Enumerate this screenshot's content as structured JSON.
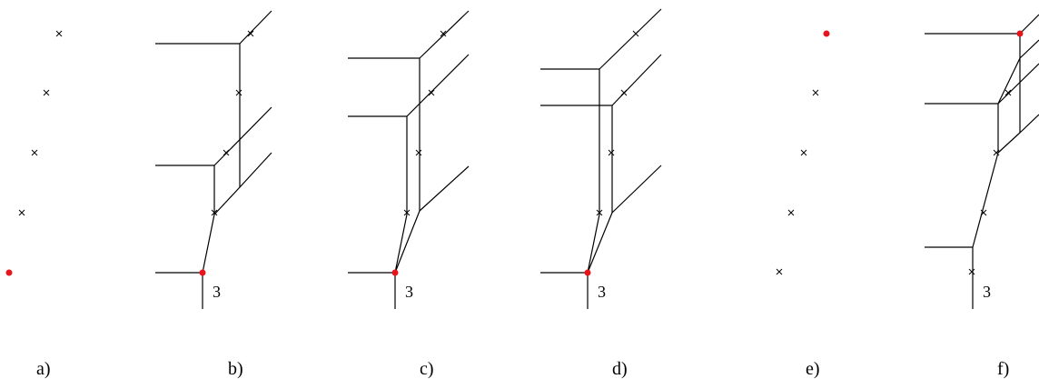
{
  "panels": [
    {
      "label": "a)",
      "multiplicity": ""
    },
    {
      "label": "b)",
      "multiplicity": "3"
    },
    {
      "label": "c)",
      "multiplicity": "3"
    },
    {
      "label": "d)",
      "multiplicity": "3"
    },
    {
      "label": "e)",
      "multiplicity": ""
    },
    {
      "label": "f)",
      "multiplicity": "3"
    }
  ],
  "colors": {
    "line": "#000000",
    "highlight": "#e8141c"
  }
}
